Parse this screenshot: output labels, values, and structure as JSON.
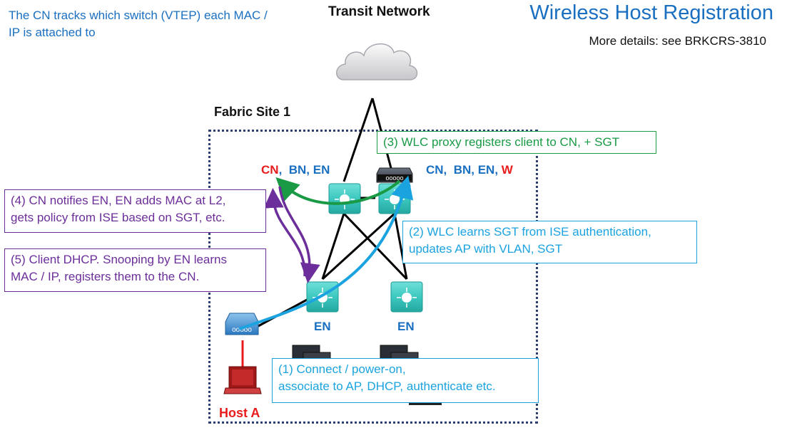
{
  "header": {
    "note": "The CN tracks which switch (VTEP) each MAC / IP is attached to",
    "transit_label": "Transit Network",
    "title": "Wireless Host Registration",
    "subtitle": "More details: see BRKCRS-3810"
  },
  "fabric": {
    "label": "Fabric Site 1"
  },
  "nodes": {
    "left_border_roles": {
      "cn": "CN",
      "sep": ",  ",
      "rest": "BN, EN"
    },
    "right_border_roles": {
      "rest": "CN,  BN, EN, ",
      "w": "W"
    },
    "edge_left_label": "EN",
    "edge_right_label": "EN",
    "host_label": "Host A"
  },
  "steps": {
    "step1": {
      "line1": "(1) Connect / power-on,",
      "line2": "associate to AP, DHCP, authenticate etc."
    },
    "step2": {
      "line1": "(2) WLC learns SGT from ISE authentication,",
      "line2": "updates AP with VLAN, SGT"
    },
    "step3": {
      "line1": "(3) WLC proxy registers client to CN, + SGT"
    },
    "step4": {
      "line1": "(4) CN notifies EN, EN adds MAC at L2,",
      "line2": "gets policy from ISE based on SGT, etc."
    },
    "step5": {
      "line1": "(5) Client DHCP. Snooping by EN learns",
      "line2": "MAC / IP, registers them to the CN."
    }
  },
  "colors": {
    "title_blue": "#1a6fc0",
    "red": "#e81c1c",
    "purple": "#6b2e9a",
    "green": "#1a9a45",
    "cyan": "#1ba3e0",
    "switch_teal": "#3cc8c0"
  }
}
